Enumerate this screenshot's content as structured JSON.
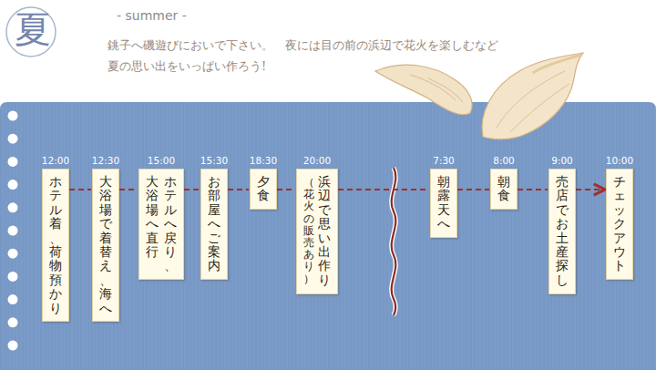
{
  "diagram": {
    "title": "- summer -",
    "nodes": [
      {
        "text": [
          "12:00",
          "ホテル着、荷物預かり"
        ]
      },
      {
        "text": [
          "12:30",
          "大浴場で着替え、海へ"
        ]
      },
      {
        "text": [
          "15:00",
          "ホテルへ戻り、大浴場へ直行"
        ]
      },
      {
        "text": [
          "15:30",
          "お部屋へご案内"
        ]
      },
      {
        "text": [
          "18:30",
          "夕食"
        ]
      },
      {
        "text": [
          "20:00",
          "浜辺で思い出作り",
          "（花火の販売あり）"
        ]
      },
      {
        "text": [
          "7:30",
          "朝露天へ"
        ]
      },
      {
        "text": [
          "8:00",
          "朝食"
        ]
      },
      {
        "text": [
          "9:00",
          "売店でお土産探し"
        ]
      },
      {
        "text": [
          "10:00",
          "チェックアウト"
        ]
      }
    ],
    "edges": [
      {
        "from": 0,
        "to": 1,
        "arrow": "none"
      },
      {
        "from": 1,
        "to": 2,
        "arrow": "none"
      },
      {
        "from": 2,
        "to": 3,
        "arrow": "none"
      },
      {
        "from": 3,
        "to": 4,
        "arrow": "none"
      },
      {
        "from": 4,
        "to": 5,
        "arrow": "none"
      },
      {
        "from": 5,
        "to": 6,
        "arrow": "none"
      },
      {
        "from": 6,
        "to": 7,
        "arrow": "none"
      },
      {
        "from": 7,
        "to": 8,
        "arrow": "none"
      },
      {
        "from": 8,
        "to": 9,
        "arrow": "to"
      }
    ],
    "labels": [
      "夏",
      "銚子へ磯遊びにおいで下さい。　夜には目の前の浜辺で花火を楽しむなど",
      "夏の思い出をいっぱい作ろう!"
    ]
  }
}
